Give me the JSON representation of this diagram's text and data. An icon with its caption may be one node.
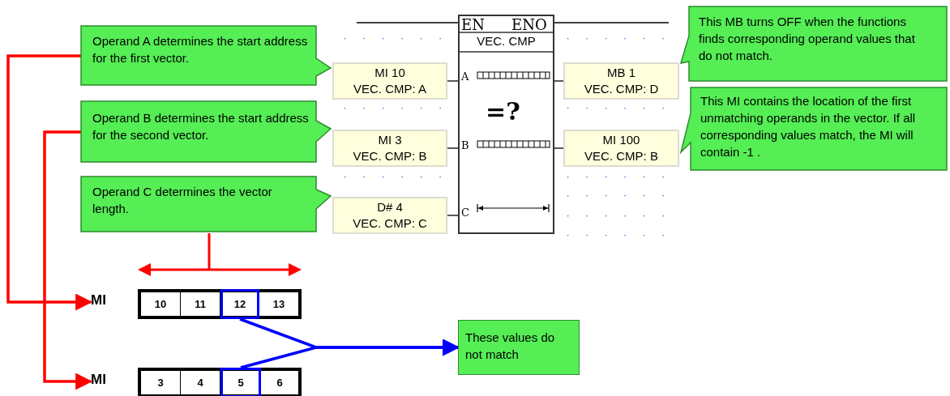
{
  "diagram": {
    "nodes": [
      {
        "text": [
          "Operand A determines the start address for the first vector."
        ]
      },
      {
        "text": [
          "Operand B determines the start address for the second vector."
        ]
      },
      {
        "text": [
          "Operand C determines the vector length."
        ]
      },
      {
        "text": [
          "MI 10",
          "VEC. CMP: A"
        ]
      },
      {
        "text": [
          "MI 3",
          "VEC. CMP: B"
        ]
      },
      {
        "text": [
          "D# 4",
          "VEC. CMP: C"
        ]
      },
      {
        "text": [
          "EN",
          "ENO",
          "VEC. CMP",
          "A",
          "=?",
          "B",
          "C"
        ]
      },
      {
        "text": [
          "MB 1",
          "VEC. CMP: D"
        ]
      },
      {
        "text": [
          "MI 100",
          "VEC. CMP: B"
        ]
      },
      {
        "text": [
          "This MB turns OFF when the functions finds corresponding operand values that do not match."
        ]
      },
      {
        "text": [
          "This MI contains the location of the first unmatching operands in the vector. If all corresponding values match, the MI will contain -1 ."
        ]
      },
      {
        "text": [
          "MI"
        ]
      },
      {
        "text": [],
        "shape": "bar"
      },
      {
        "text": [
          "10"
        ],
        "in": 12
      },
      {
        "text": [
          "11"
        ],
        "in": 12
      },
      {
        "text": [
          "12"
        ],
        "in": 12
      },
      {
        "text": [
          "13"
        ],
        "in": 12
      },
      {
        "text": [
          "MI"
        ]
      },
      {
        "text": [],
        "shape": "bar"
      },
      {
        "text": [
          "3"
        ],
        "in": 18
      },
      {
        "text": [
          "4"
        ],
        "in": 18
      },
      {
        "text": [
          "5"
        ],
        "in": 18
      },
      {
        "text": [
          "6"
        ],
        "in": 18
      },
      {
        "text": [
          "These values do not match"
        ]
      }
    ],
    "edges": [
      {
        "from": null,
        "to": 6,
        "arrow": "none"
      },
      {
        "from": 6,
        "to": null,
        "arrow": "none"
      },
      {
        "from": 3,
        "to": 6,
        "arrow": "none"
      },
      {
        "from": 4,
        "to": 6,
        "arrow": "none"
      },
      {
        "from": 5,
        "to": 6,
        "arrow": "none"
      },
      {
        "from": 6,
        "to": 7,
        "arrow": "none"
      },
      {
        "from": 6,
        "to": 8,
        "arrow": "none"
      },
      {
        "from": 0,
        "to": 11,
        "arrow": "to",
        "color": "#ff0000",
        "style": "thick"
      },
      {
        "from": 1,
        "to": 17,
        "arrow": "to",
        "color": "#ff0000",
        "style": "thick"
      },
      {
        "from": 15,
        "to": 23,
        "arrow": "to",
        "color": "#0000ff",
        "style": "thick"
      },
      {
        "from": 21,
        "to": 23,
        "arrow": "to",
        "color": "#0000ff",
        "style": "thick"
      }
    ]
  }
}
